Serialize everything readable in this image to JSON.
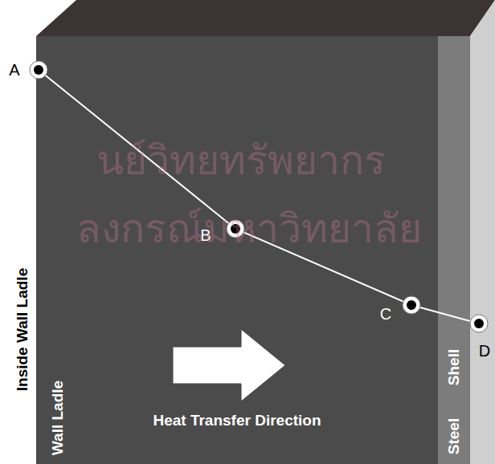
{
  "diagram": {
    "labels": [
      "A",
      "B",
      "C",
      "D",
      "Inside Wall Ladle",
      "Wall Ladle",
      "Heat Transfer Direction",
      "Shell",
      "Steel",
      "นย์วิทยทรัพยากร",
      "ลงกรณ์มหาวิทยาลัย"
    ]
  }
}
